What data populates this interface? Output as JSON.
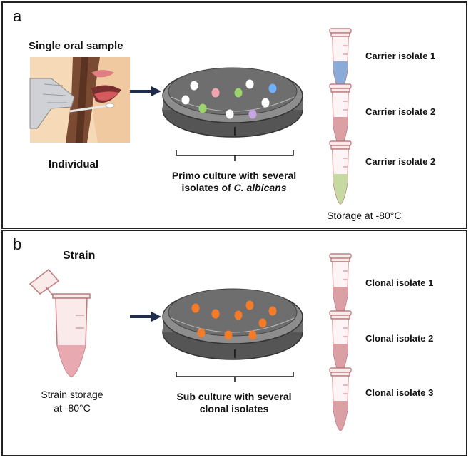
{
  "panel_a": {
    "label": "a",
    "sample_title": "Single oral sample",
    "individual_label": "Individual",
    "culture_caption_line1": "Primo culture with several",
    "culture_caption_line2_prefix": "isolates of ",
    "culture_caption_line2_species": "C. albicans",
    "tubes": [
      {
        "label": "Carrier isolate 1",
        "color": "#8aaad8"
      },
      {
        "label": "Carrier isolate 2",
        "color": "#dba0a4"
      },
      {
        "label": "Carrier isolate 2",
        "color": "#c5d9a0"
      }
    ],
    "storage_label": "Storage at -80°C",
    "colony_colors": [
      "#ffffff",
      "#f2a5b0",
      "#9bd36c",
      "#c7a6e3",
      "#6fb0ff"
    ]
  },
  "panel_b": {
    "label": "b",
    "strain_title": "Strain",
    "storage_line1": "Strain storage",
    "storage_line2": "at -80°C",
    "culture_caption_line1": "Sub culture with several",
    "culture_caption_line2": "clonal isolates",
    "tubes": [
      {
        "label": "Clonal isolate 1",
        "color": "#dba0a4"
      },
      {
        "label": "Clonal isolate 2",
        "color": "#dba0a4"
      },
      {
        "label": "Clonal isolate 3",
        "color": "#dba0a4"
      }
    ],
    "colony_color": "#f47b2a"
  }
}
